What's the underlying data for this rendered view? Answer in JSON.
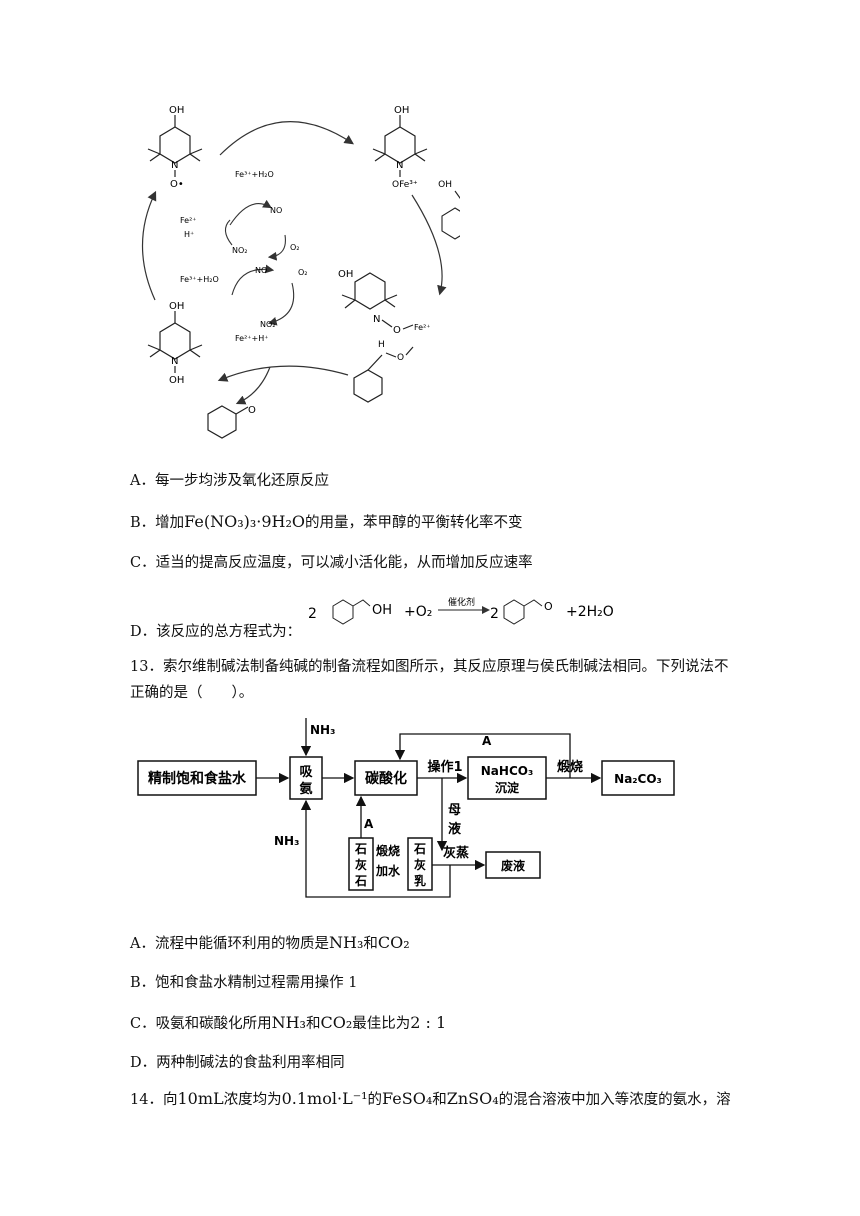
{
  "cycle": {
    "fe3_h2o_top": "Fe³⁺+H₂O",
    "fe2_h": "Fe²⁺",
    "h_plus": "H⁺",
    "no": "NO",
    "no2": "NO₂",
    "o2": "O₂",
    "fe3_h2o_mid": "Fe³⁺+H₂O",
    "fe2_h_bottom": "Fe²⁺+H⁺",
    "h_plus_right": "H⁺",
    "oh": "OH",
    "o_label": "O",
    "n_label": "N",
    "o_radical": "O•",
    "ofe": "OFe³⁺",
    "fe2_plus": "Fe²⁺",
    "h_label": "H",
    "o_small": "O"
  },
  "q12_options": {
    "A": "A．每一步均涉及氧化还原反应",
    "B_prefix": "B．增加",
    "B_formula": "Fe(NO₃)₃·9H₂O",
    "B_suffix": "的用量，苯甲醇的平衡转化率不变",
    "C": "C．适当的提高反应温度，可以减小活化能，从而增加反应速率",
    "D": "D．该反应的总方程式为：",
    "eq_coef1": "2",
    "eq_oh": "OH",
    "eq_plus_o2": "+O₂",
    "eq_catalyst": "催化剂",
    "eq_coef2": "2",
    "eq_o": "O",
    "eq_tail": "+2H₂O"
  },
  "q13": {
    "stem": "13．索尔维制碱法制备纯碱的制备流程如图所示，其反应原理与侯氏制碱法相同。下列说法不正确的是（　　）。",
    "flow": {
      "brine": "精制饱和食盐水",
      "absorb_1": "吸",
      "absorb_2": "氨",
      "carbonation": "碳酸化",
      "op1": "操作1",
      "nahco3": "NaHCO₃",
      "precipitate": "沉淀",
      "calcine": "煅烧",
      "na2co3": "Na₂CO₃",
      "nh3_top": "NH₃",
      "nh3_left": "NH₃",
      "a_top": "A",
      "a_left": "A",
      "mother_1": "母",
      "mother_2": "液",
      "limestone": [
        "石",
        "灰",
        "石"
      ],
      "calcine_water_1": "煅烧",
      "calcine_water_2": "加水",
      "lime_milk": [
        "石",
        "灰",
        "乳"
      ],
      "ash_steam": "灰蒸",
      "waste": "废液"
    },
    "A": "A．流程中能循环利用的物质是",
    "A_f1": "NH₃",
    "A_and": "和",
    "A_f2": "CO₂",
    "B": "B．饱和食盐水精制过程需用操作 1",
    "C_prefix": "C．吸氨和碳酸化所用",
    "C_f1": "NH₃",
    "C_and": "和",
    "C_f2": "CO₂",
    "C_suffix": "最佳比为",
    "C_ratio": "2 : 1",
    "D": "D．两种制碱法的食盐利用率相同"
  },
  "q14": {
    "prefix": "14．向",
    "vol": "10mL",
    "mid": "浓度均为",
    "conc": "0.1mol·L⁻¹",
    "mid2": "的",
    "s1": "FeSO₄",
    "and": "和",
    "s2": "ZnSO₄",
    "suffix": "的混合溶液中加入等浓度的氨水，溶"
  }
}
